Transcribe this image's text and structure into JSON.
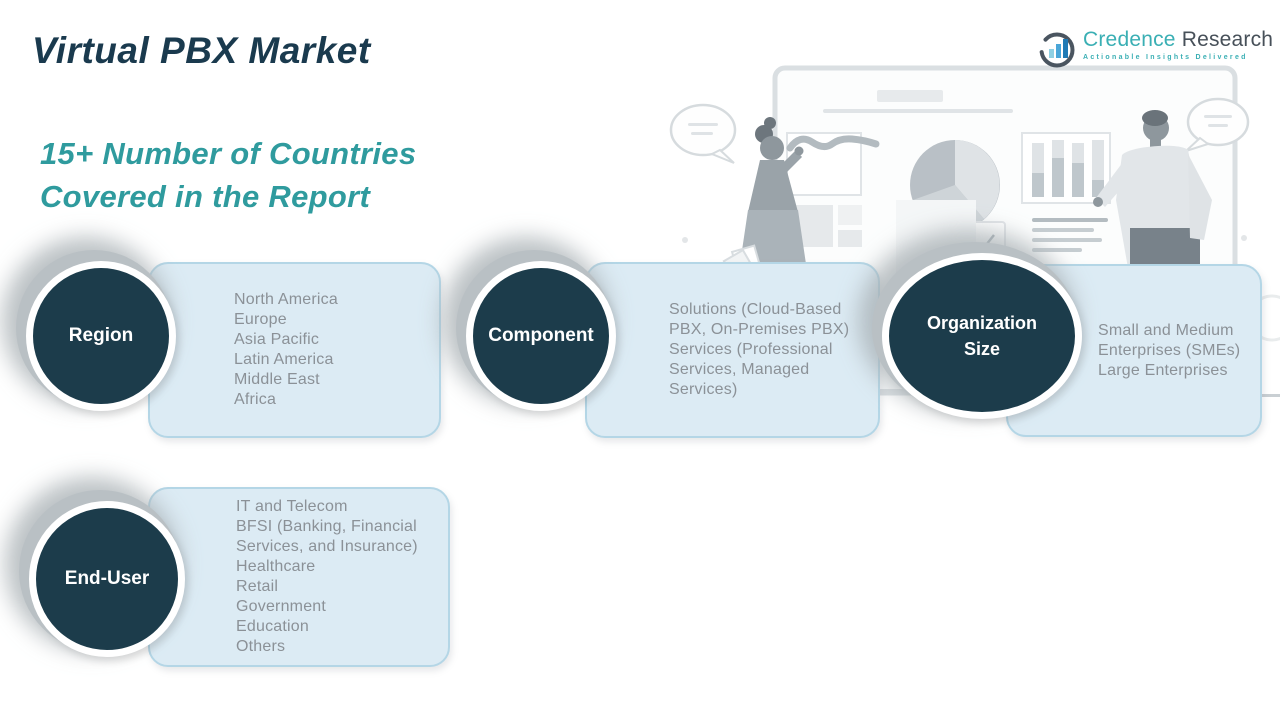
{
  "header": {
    "title": "Virtual PBX Market",
    "subtitle": "15+ Number of Countries Covered in the Report"
  },
  "logo": {
    "brand_primary": "Credence",
    "brand_secondary": "Research",
    "tagline": "Actionable Insights Delivered",
    "icon": "bar-chart-circle-icon"
  },
  "colors": {
    "title_text": "#1a3a4e",
    "accent_teal": "#2f9b9e",
    "circle_fill": "#1c3c4b",
    "card_fill": "#dcebf4",
    "card_border": "#b4d6e6",
    "list_text": "#8b9197",
    "logo_teal": "#3aafb4",
    "logo_slate": "#475059"
  },
  "segments": [
    {
      "label": "Region",
      "items": [
        "North America",
        "Europe",
        "Asia Pacific",
        "Latin America",
        "Middle East",
        "Africa"
      ]
    },
    {
      "label": "Component",
      "items": [
        "Solutions (Cloud-Based PBX, On-Premises PBX)",
        "Services (Professional Services, Managed Services)"
      ]
    },
    {
      "label": "Organization Size",
      "items": [
        "Small and Medium Enterprises (SMEs)",
        "Large Enterprises"
      ]
    },
    {
      "label": "End-User",
      "items": [
        "IT and Telecom",
        "BFSI (Banking, Financial Services, and Insurance)",
        "Healthcare",
        "Retail",
        "Government",
        "Education",
        "Others"
      ]
    }
  ]
}
